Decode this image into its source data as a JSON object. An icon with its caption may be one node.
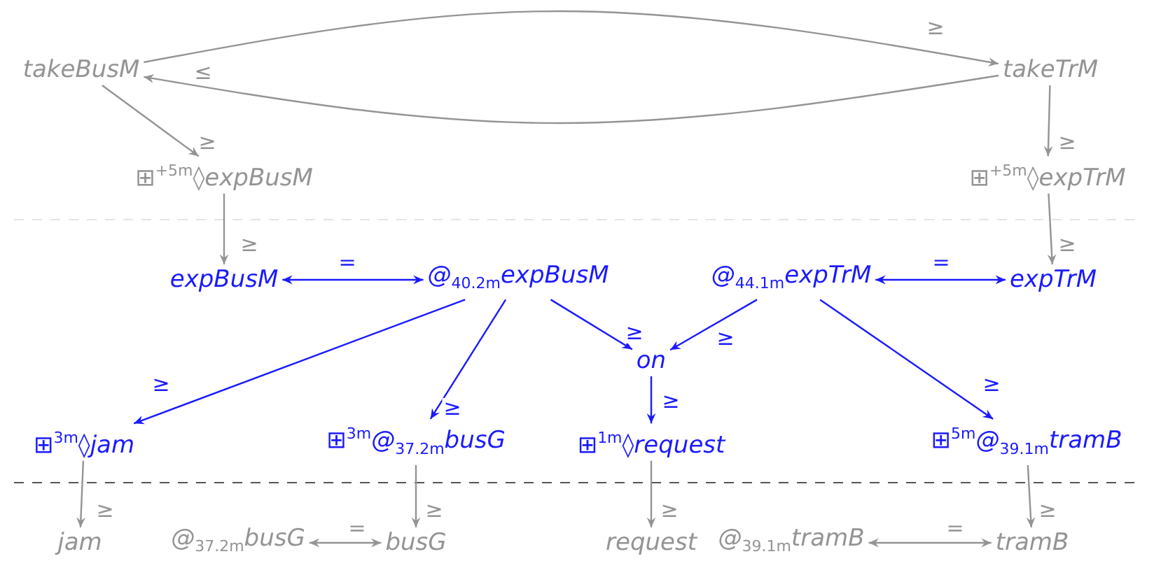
{
  "diagram": {
    "nodes": [
      {
        "text": [
          "takeBusM"
        ]
      },
      {
        "text": [
          "takeTrM"
        ]
      },
      {
        "text": [
          "⊞$^{+5m}$◊expBusM"
        ]
      },
      {
        "text": [
          "⊞$^{+5m}$◊expTrM"
        ]
      },
      {
        "text": [
          "expBusM"
        ]
      },
      {
        "text": [
          "@$_{40.2m}$expBusM"
        ]
      },
      {
        "text": [
          "@$_{44.1m}$expTrM"
        ]
      },
      {
        "text": [
          "expTrM"
        ]
      },
      {
        "text": [
          "on"
        ]
      },
      {
        "text": [
          "⊞$^{3m}$◊jam"
        ]
      },
      {
        "text": [
          "⊞$^{3m}$@$_{37.2m}$busG"
        ]
      },
      {
        "text": [
          "⊞$^{1m}$◊request"
        ]
      },
      {
        "text": [
          "⊞$^{5m}$@$_{39.1m}$tramB"
        ]
      },
      {
        "text": [
          "jam"
        ]
      },
      {
        "text": [
          "@$_{37.2m}$busG"
        ]
      },
      {
        "text": [
          "busG"
        ]
      },
      {
        "text": [
          "request"
        ]
      },
      {
        "text": [
          "@$_{39.1m}$tramB"
        ]
      },
      {
        "text": [
          "tramB"
        ]
      }
    ],
    "edges": [
      {
        "from": 0,
        "to": 1,
        "arrow": "to",
        "label": "≥"
      },
      {
        "from": 1,
        "to": 0,
        "arrow": "to",
        "label": "≤"
      },
      {
        "from": 0,
        "to": 2,
        "arrow": "to",
        "label": "≥"
      },
      {
        "from": 1,
        "to": 3,
        "arrow": "to",
        "label": "≥"
      },
      {
        "from": 2,
        "to": 4,
        "arrow": "to",
        "label": "≥"
      },
      {
        "from": 3,
        "to": 7,
        "arrow": "to",
        "label": "≥"
      },
      {
        "from": 4,
        "to": 5,
        "arrow": "both",
        "label": "=",
        "color": "#1a1aff"
      },
      {
        "from": 6,
        "to": 7,
        "arrow": "both",
        "label": "=",
        "color": "#1a1aff"
      },
      {
        "from": 5,
        "to": 9,
        "arrow": "to",
        "label": "≥",
        "color": "#1a1aff"
      },
      {
        "from": 5,
        "to": 10,
        "arrow": "to",
        "label": "≥",
        "color": "#1a1aff"
      },
      {
        "from": 5,
        "to": 8,
        "arrow": "to",
        "label": "≥",
        "color": "#1a1aff"
      },
      {
        "from": 6,
        "to": 8,
        "arrow": "to",
        "label": "≥",
        "color": "#1a1aff"
      },
      {
        "from": 6,
        "to": 12,
        "arrow": "to",
        "label": "≥",
        "color": "#1a1aff"
      },
      {
        "from": 8,
        "to": 11,
        "arrow": "to",
        "label": "≥",
        "color": "#1a1aff"
      },
      {
        "from": 9,
        "to": 13,
        "arrow": "to",
        "label": "≥"
      },
      {
        "from": 10,
        "to": 15,
        "arrow": "to",
        "label": "≥"
      },
      {
        "from": 11,
        "to": 16,
        "arrow": "to",
        "label": "≥"
      },
      {
        "from": 12,
        "to": 18,
        "arrow": "to",
        "label": "≥"
      },
      {
        "from": 14,
        "to": 15,
        "arrow": "both",
        "label": "="
      },
      {
        "from": 17,
        "to": 18,
        "arrow": "both",
        "label": "="
      }
    ]
  }
}
